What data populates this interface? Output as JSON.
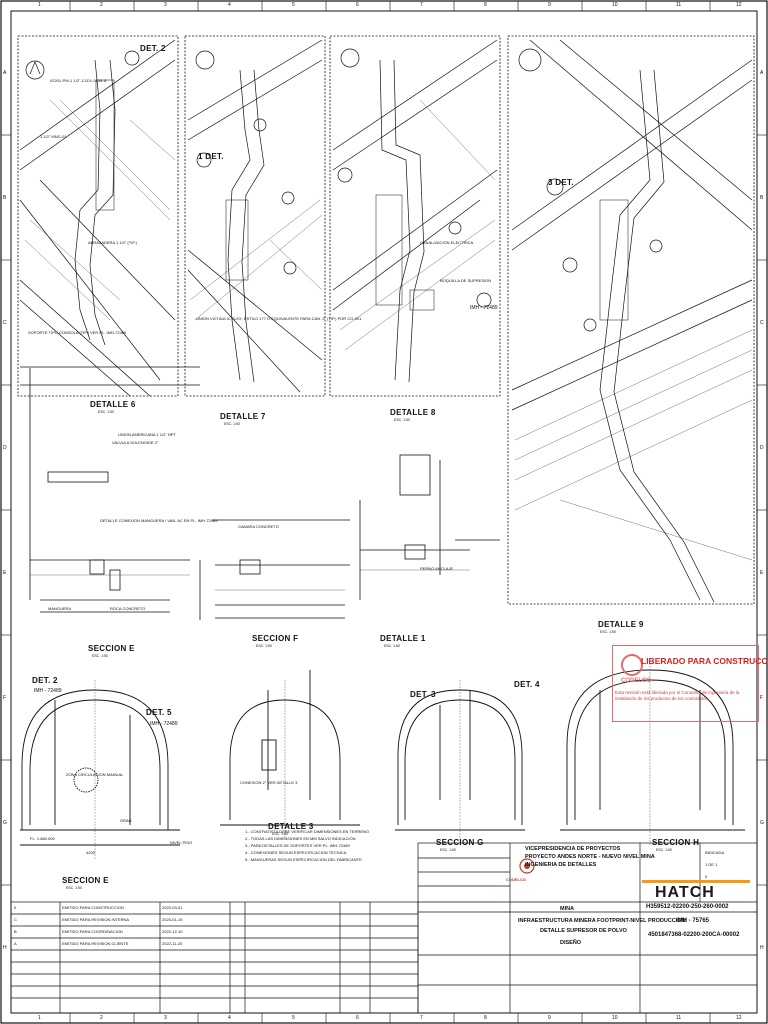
{
  "sheet": {
    "col_numbers": [
      "1",
      "2",
      "3",
      "4",
      "5",
      "6",
      "7",
      "8",
      "9",
      "10",
      "11",
      "12"
    ],
    "row_letters": [
      "A",
      "B",
      "C",
      "D",
      "E",
      "F",
      "G",
      "H"
    ]
  },
  "details": {
    "det2": "DET. 2",
    "det1": "1  DET.",
    "det3": "3  DET.",
    "det_a": "DET. 2",
    "det_b": "DET. 5",
    "det_c": "DET. 4",
    "det_d": "DET. 3",
    "ref_a": "IMH - 72489",
    "ref_b": "IMH - 72489",
    "ref_c": "IMH - 72489"
  },
  "section_labels": {
    "detalle6": "DETALLE 6",
    "detalle7": "DETALLE 7",
    "detalle8": "DETALLE 8",
    "detalle9": "DETALLE 9",
    "detalle1": "DETALLE 1",
    "detalle3": "DETALLE 3",
    "seccion_e": "SECCION E",
    "seccion_f": "SECCION F",
    "seccion_g": "SECCION G",
    "seccion_h": "SECCION H",
    "esc": "ESC. 1:50"
  },
  "callouts": {
    "c1": "02201-PW-1 1/2\"-C1D1-0159-N",
    "c2": "1 1/2\" MNG-01",
    "c3": "ABRAZADERA 1 1/2\" (TIP.)",
    "c4": "SOPORTE TIPO CONSOLA (TIP.) VER PL. IMH-72489",
    "c5": "UNION VICTAULIC FLEX. ESTILO 177 O EQUIVALENTE PARA CAN. 2\" (TIP.) POR CO-001",
    "c6": "VALVULA SOLENOIDE 2\"",
    "c7": "UNION AMERICANA 1 1/2\" NPT",
    "c8": "DETALLE CONEXION MANGUERA / VAN. AC EN PL. IMH-72489",
    "c9": "MANGUERA",
    "c10": "ROCA CONCRETO",
    "c11": "CANALIZACION ELECTRICA",
    "c12": "BOQUILLA DE SUPRESION",
    "c13": "CAMARA CONCRETO",
    "c14": "PERNO ANCLAJE",
    "c15": "CONEXION 2\" VER DETALLE 3",
    "c16": "NIVEL PISO",
    "c17": "FL. 1.880.000",
    "c18": "4200",
    "c19": "GRAD",
    "c20": "ZONA CIRCULACION MANUAL"
  },
  "stamp": {
    "title": "LIBERADO PARA CONSTRUCCIÓN",
    "brand": "CODELCO",
    "note": "Esta revisión está liberada por el Consultor de Ingeniería de la instalación de los productos de los contratistas."
  },
  "title_block": {
    "vp": "VICEPRESIDENCIA DE PROYECTOS",
    "project": "PROYECTO ANDES NORTE - NUEVO NIVEL MINA",
    "eng": "INGENIERIA DE DETALLES",
    "area": "MINA",
    "desc1": "INFRAESTRUCTURA MINERA FOOTPRINT-NIVEL PRODUCCION",
    "desc2": "DETALLE SUPRESOR DE POLVO",
    "desc3": "DISEÑO",
    "doc_hatch": "H359512-02200-250-260-0002",
    "doc_imh": "IMH - 75765",
    "doc_codelco": "4501847368-02200-200CA-00002",
    "hatch_logo": "HATCH",
    "codelco_logo": "CODELCO",
    "rev": "0",
    "escala": "INDICADA",
    "hoja": "1 DE 1"
  },
  "revisions": [
    {
      "rev": "0",
      "desc": "EMITIDO PARA CONSTRUCCION",
      "date": "2023-03-01"
    },
    {
      "rev": "C",
      "desc": "EMITIDO PARA REVISION INTERNA",
      "date": "2023-01-15"
    },
    {
      "rev": "B",
      "desc": "EMITIDO PARA COORDINACION",
      "date": "2022-12-10"
    },
    {
      "rev": "A",
      "desc": "EMITIDO PARA REVISION CLIENTE",
      "date": "2022-11-20"
    }
  ],
  "notes": [
    "1.- CONTRATISTA DEBE VERIFICAR DIMENSIONES EN TERRENO",
    "2.- TODAS LAS DIMENSIONES EN MM SALVO INDICACION",
    "3.- PARA DETALLES DE SOPORTES VER PL. IMH-72489",
    "4.- CONEXIONES SEGUN ESPECIFICACION TECNICA",
    "5.- MANGUERAS SEGUN ESPECIFICACION DEL FABRICANTE"
  ],
  "colors": {
    "stamp": "#d92020",
    "line": "#111111",
    "paper": "#ffffff"
  }
}
